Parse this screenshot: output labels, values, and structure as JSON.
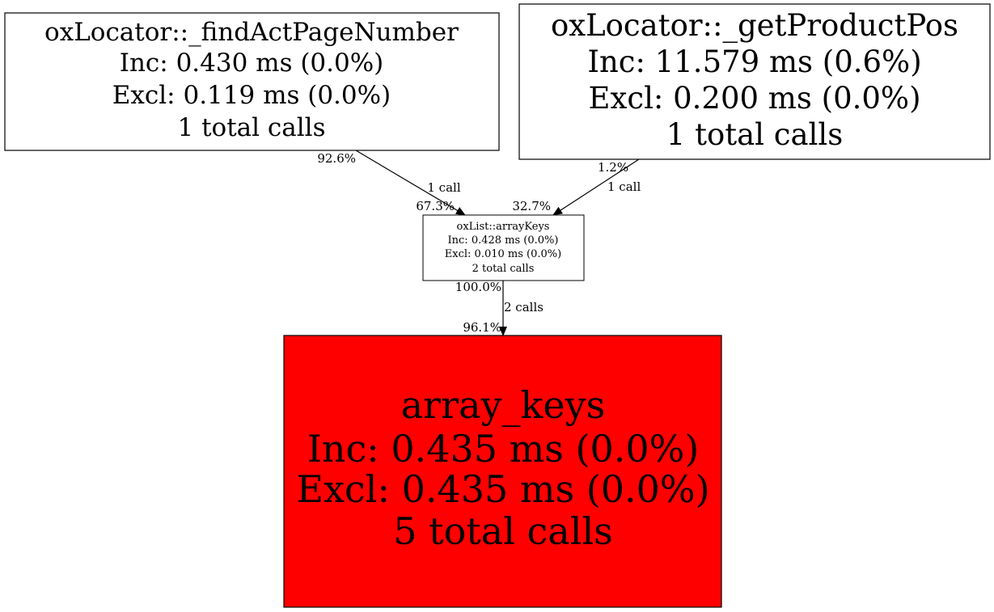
{
  "nodes": {
    "find_act_page": {
      "name": "oxLocator::_findActPageNumber",
      "inc": "Inc: 0.430 ms (0.0%)",
      "excl": "Excl: 0.119 ms (0.0%)",
      "calls": "1 total calls",
      "fill": "#ffffff"
    },
    "get_product_pos": {
      "name": "oxLocator::_getProductPos",
      "inc": "Inc: 11.579 ms (0.6%)",
      "excl": "Excl: 0.200 ms (0.0%)",
      "calls": "1 total calls",
      "fill": "#ffffff"
    },
    "array_keys_method": {
      "name": "oxList::arrayKeys",
      "inc": "Inc: 0.428 ms (0.0%)",
      "excl": "Excl: 0.010 ms (0.0%)",
      "calls": "2 total calls",
      "fill": "#ffffff"
    },
    "array_keys": {
      "name": "array_keys",
      "inc": "Inc: 0.435 ms (0.0%)",
      "excl": "Excl: 0.435 ms (0.0%)",
      "calls": "5 total calls",
      "fill": "#ff0000"
    }
  },
  "edges": {
    "find_to_arraykeys": {
      "from_pct": "92.6%",
      "calls": "1 call",
      "to_pct": "67.3%"
    },
    "getpos_to_arraykeys": {
      "from_pct": "1.2%",
      "calls": "1 call",
      "to_pct": "32.7%"
    },
    "arraykeys_to_builtin": {
      "from_pct": "100.0%",
      "calls": "2 calls",
      "to_pct": "96.1%"
    }
  },
  "colors": {
    "stroke": "#000000",
    "hot_node": "#ff0000"
  }
}
